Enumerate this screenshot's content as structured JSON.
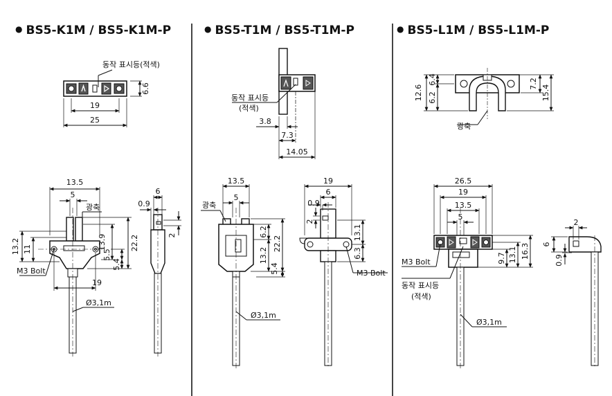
{
  "titles": {
    "k1": "BS5-K1M / BS5-K1M-P",
    "t1": "BS5-T1M / BS5-T1M-P",
    "l1": "BS5-L1M / BS5-L1M-P"
  },
  "bullet": "●",
  "labels": {
    "indicator_red": "동작 표시등(적색)",
    "indicator": "동작 표시등",
    "red": "(적색)",
    "optical_axis": "광축",
    "m3_bolt": "M3 Bolt",
    "cable": "Ø3,1m"
  },
  "dims": {
    "k1_top": [
      "6.6",
      "19",
      "25"
    ],
    "k1_front": [
      "13.5",
      "5",
      "22.2",
      "13.9",
      "13.2",
      "11",
      "5.5",
      "5.4",
      "19"
    ],
    "k1_side": [
      "6",
      "0.9",
      "2"
    ],
    "t1_top": [
      "3.8",
      "7.3",
      "14.05"
    ],
    "t1_front": [
      "13.5",
      "5",
      "6.2",
      "22.2",
      "13.2",
      "5.4"
    ],
    "t1_side": [
      "19",
      "6",
      "0.9",
      "2",
      "13.1",
      "6.3"
    ],
    "l1_top": [
      "12.6",
      "6.4",
      "6.2",
      "7.2",
      "15.4"
    ],
    "l1_front": [
      "26.5",
      "19",
      "13.5",
      "5",
      "9.7",
      "13.1",
      "16.3"
    ],
    "l1_side": [
      "2",
      "6",
      "0.9"
    ]
  }
}
